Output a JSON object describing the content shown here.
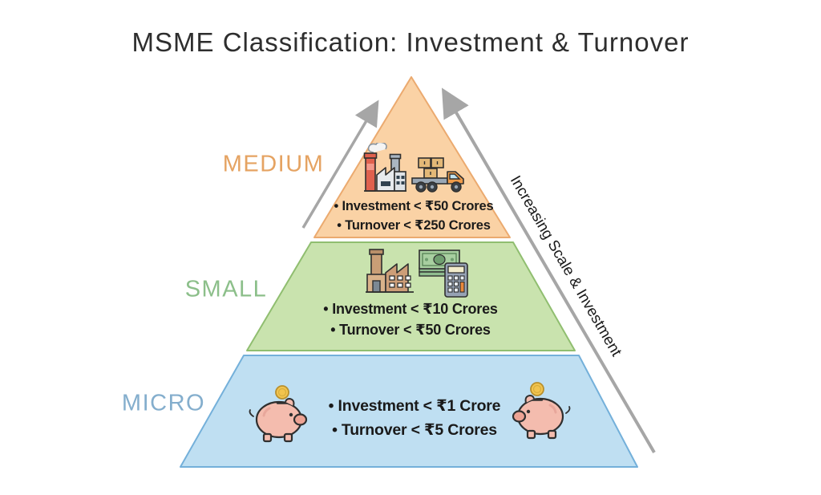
{
  "title": "MSME Classification: Investment & Turnover",
  "arrow_label": "Increasing Scale & Investment",
  "colors": {
    "medium_fill": "#fad2a5",
    "medium_border": "#ebaa6f",
    "medium_label": "#e5a362",
    "small_fill": "#c9e3ae",
    "small_border": "#90be70",
    "small_label": "#8cbf8a",
    "micro_fill": "#bfdff2",
    "micro_border": "#74b0da",
    "micro_label": "#84aecd",
    "arrow_gray": "#a6a6a6",
    "text_dark": "#1a1a1a"
  },
  "tiers": [
    {
      "name": "MEDIUM",
      "icons": [
        "factory-icon",
        "truck-icon"
      ],
      "lines": [
        "• Investment < ₹50 Crores",
        "• Turnover < ₹250 Crores"
      ]
    },
    {
      "name": "SMALL",
      "icons": [
        "factory-icon",
        "cash-calculator-icon"
      ],
      "lines": [
        "• Investment < ₹10 Crores",
        "• Turnover < ₹50 Crores"
      ]
    },
    {
      "name": "MICRO",
      "icons": [
        "piggy-bank-icon",
        "piggy-bank-icon"
      ],
      "lines": [
        "• Investment < ₹1 Crore",
        "• Turnover < ₹5 Crores"
      ]
    }
  ]
}
